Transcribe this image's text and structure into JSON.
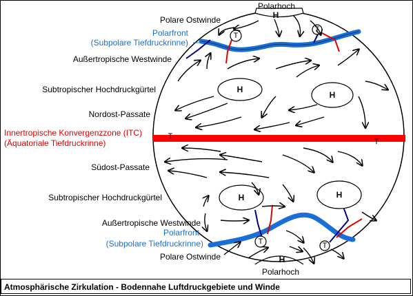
{
  "labels": {
    "polarhoch_top": "Polarhoch",
    "polarhoch_bottom": "Polarhoch",
    "polare_ostwinde_top": "Polare Ostwinde",
    "polarfront_top": "Polarfront",
    "subpolare_tief_top": "(Subpolare Tiefdruckrinne)",
    "aussertrop_west_top": "Außertropische Westwinde",
    "subtrop_hoch_top": "Subtropischer Hochdruckgürtel",
    "nordost_passate": "Nordost-Passate",
    "itc": "Innertropische Konvergenzzone (ITC)",
    "aequatoriale": "(Äquatoriale Tiefdruckrinne)",
    "suedost_passate": "Südost-Passate",
    "subtrop_hoch_bottom": "Subtropischer Hochdruckgürtel",
    "aussertrop_west_bottom": "Außertropische Westwinde",
    "polarfront_bottom": "Polarfront",
    "subpolare_tief_bottom": "(Subpolare Tiefdruckrinne)",
    "polare_ostwinde_bottom": "Polare Ostwinde"
  },
  "symbols": {
    "high": "H",
    "low": "T"
  },
  "caption": "Atmosphärische Zirkulation - Bodennahe Luftdruckgebiete und Winde",
  "colors": {
    "front_blue": "#1a6fd6",
    "itc_red": "#ff0000",
    "warm_red": "#e00000",
    "cold_navy": "#000080"
  }
}
